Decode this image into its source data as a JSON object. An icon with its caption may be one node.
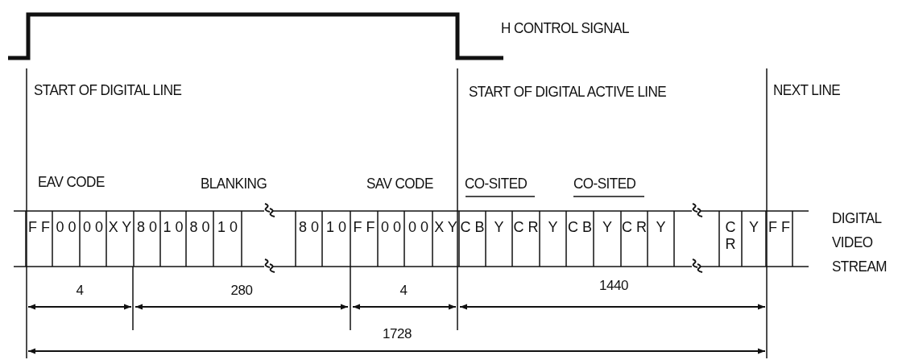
{
  "diagram": {
    "labels": [
      "H CONTROL SIGNAL",
      "START OF DIGITAL LINE",
      "START OF DIGITAL ACTIVE LINE",
      "NEXT LINE",
      "EAV CODE",
      "BLANKING",
      "SAV CODE",
      "CO-SITED",
      "CO-SITED",
      "F F",
      "0 0",
      "0 0",
      "X Y",
      "8 0",
      "1 0",
      "8 0",
      "1 0",
      "8 0",
      "1 0",
      "F F",
      "0 0",
      "0 0",
      "X Y",
      "C B",
      "Y",
      "C R",
      "Y",
      "C B",
      "Y",
      "C R",
      "Y",
      "C R",
      "Y",
      "F F",
      "DIGITAL VIDEO STREAM",
      "4",
      "280",
      "4",
      "1440",
      "1728"
    ]
  }
}
